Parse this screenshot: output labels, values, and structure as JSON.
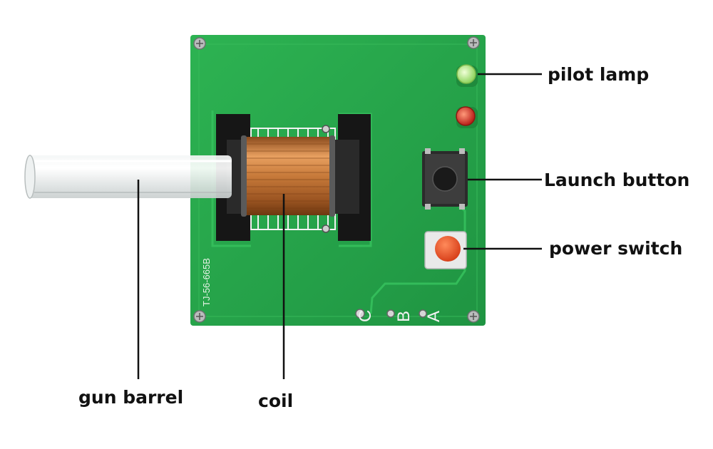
{
  "board": {
    "model_code": "TJ-56-665B",
    "pin_labels": [
      "C",
      "B",
      "A"
    ]
  },
  "callouts": {
    "pilot_lamp": "pilot lamp",
    "launch_button": "Launch button",
    "power_switch": "power switch",
    "gun_barrel": "gun barrel",
    "coil": "coil"
  },
  "colors": {
    "pcb": "#27a54a",
    "pcb_dark": "#1f8a3c",
    "copper": "#c77a3a",
    "led_green": "#a8e07a",
    "led_red": "#d8322a",
    "switch_cap": "#e8542a",
    "label": "#111111"
  }
}
